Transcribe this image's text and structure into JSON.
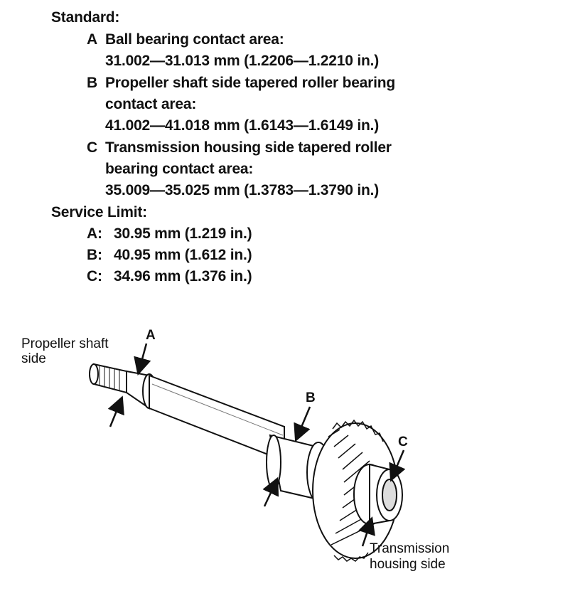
{
  "spec": {
    "standard_heading": "Standard:",
    "items": [
      {
        "letter": "A",
        "desc_line1": "Ball bearing contact area:",
        "desc_line2": "",
        "value": "31.002—31.013 mm (1.2206—1.2210 in.)"
      },
      {
        "letter": "B",
        "desc_line1": "Propeller shaft side tapered roller bearing",
        "desc_line2": "contact area:",
        "value": "41.002—41.018 mm (1.6143—1.6149 in.)"
      },
      {
        "letter": "C",
        "desc_line1": "Transmission housing side tapered roller",
        "desc_line2": "bearing contact area:",
        "value": "35.009—35.025 mm (1.3783—1.3790 in.)"
      }
    ],
    "service_limit_heading": "Service Limit:",
    "limits": [
      {
        "letter": "A:",
        "value": "30.95 mm (1.219 in.)"
      },
      {
        "letter": "B:",
        "value": "40.95 mm (1.612 in.)"
      },
      {
        "letter": "C:",
        "value": "34.96 mm (1.376 in.)"
      }
    ]
  },
  "diagram": {
    "label_propeller_line1": "Propeller shaft",
    "label_propeller_line2": "side",
    "label_transmission_line1": "Transmission",
    "label_transmission_line2": "housing side",
    "callout_a": "A",
    "callout_b": "B",
    "callout_c": "C"
  }
}
